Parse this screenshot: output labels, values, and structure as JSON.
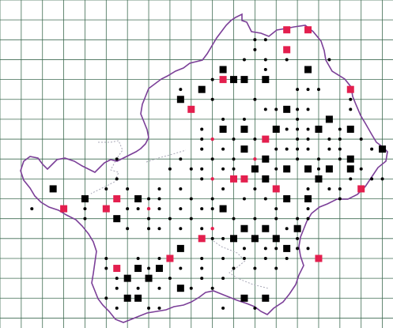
{
  "colors": {
    "grid": "#3f6b52",
    "border": "#7b3f98",
    "inner_border": "#a9a9b8",
    "record_black": "#000000",
    "record_red": "#e31f4e",
    "background": "#ffffff"
  },
  "grid": {
    "cols": 18.5,
    "rows": 16.5
  },
  "legend_text": [],
  "records": {
    "black_squares": [
      [
        10,
        3
      ],
      [
        10.5,
        3.5
      ],
      [
        11,
        3.5
      ],
      [
        12,
        3.5
      ],
      [
        14,
        3
      ],
      [
        9,
        4
      ],
      [
        8,
        4.5
      ],
      [
        13,
        5
      ],
      [
        15,
        5.5
      ],
      [
        10,
        6
      ],
      [
        11,
        6
      ],
      [
        12.5,
        6
      ],
      [
        14.5,
        6
      ],
      [
        16,
        6
      ],
      [
        17.5,
        7
      ],
      [
        11,
        7
      ],
      [
        12,
        7.5
      ],
      [
        16,
        7.5
      ],
      [
        11.5,
        8
      ],
      [
        13,
        8
      ],
      [
        14,
        8
      ],
      [
        15,
        8
      ],
      [
        16,
        8
      ],
      [
        12,
        8.5
      ],
      [
        14.5,
        8.5
      ],
      [
        2,
        9
      ],
      [
        3.5,
        9.5
      ],
      [
        6,
        9.5
      ],
      [
        13,
        9.5
      ],
      [
        14,
        9.5
      ],
      [
        5,
        10.5
      ],
      [
        10,
        10
      ],
      [
        11,
        11
      ],
      [
        12,
        11
      ],
      [
        13.5,
        11
      ],
      [
        10.5,
        11.5
      ],
      [
        11.5,
        11.5
      ],
      [
        12.5,
        11.5
      ],
      [
        8,
        12
      ],
      [
        13,
        12
      ],
      [
        6,
        13
      ],
      [
        7,
        13
      ],
      [
        5.5,
        13.5
      ],
      [
        6.5,
        13.5
      ],
      [
        8,
        14
      ],
      [
        5.5,
        14.5
      ],
      [
        6,
        14.5
      ],
      [
        11,
        14.5
      ],
      [
        12,
        14.5
      ]
    ],
    "red_squares": [
      [
        13,
        1
      ],
      [
        14,
        1
      ],
      [
        13,
        2
      ],
      [
        10,
        3.5
      ],
      [
        16,
        4
      ],
      [
        8.5,
        5
      ],
      [
        12,
        6.5
      ],
      [
        10.5,
        8.5
      ],
      [
        11,
        8.5
      ],
      [
        12.5,
        9
      ],
      [
        16.5,
        9
      ],
      [
        2.5,
        10
      ],
      [
        4.5,
        10
      ],
      [
        5,
        9.5
      ],
      [
        9,
        11.5
      ],
      [
        14.5,
        12.5
      ],
      [
        7.5,
        12.5
      ],
      [
        5,
        13
      ]
    ],
    "red_dots": [
      [
        9.5,
        6.5
      ],
      [
        11.5,
        7.5
      ],
      [
        9.5,
        8.5
      ],
      [
        6.5,
        10
      ],
      [
        9.5,
        11
      ]
    ],
    "black_dots": [
      [
        11.5,
        1.5
      ],
      [
        12,
        1.5
      ],
      [
        11.5,
        2
      ],
      [
        12,
        2.5
      ],
      [
        15,
        2.5
      ],
      [
        11,
        2.5
      ],
      [
        13,
        2.5
      ],
      [
        12,
        3
      ],
      [
        8,
        4
      ],
      [
        9.5,
        3.5
      ],
      [
        9.5,
        4.5
      ],
      [
        13.5,
        4
      ],
      [
        14,
        4
      ],
      [
        14.5,
        4
      ],
      [
        16,
        4.5
      ],
      [
        11.5,
        4.5
      ],
      [
        12,
        5
      ],
      [
        12.5,
        5
      ],
      [
        13.5,
        5
      ],
      [
        14,
        5
      ],
      [
        16,
        5
      ],
      [
        10,
        5.5
      ],
      [
        11,
        5.5
      ],
      [
        13.5,
        5.5
      ],
      [
        9,
        6
      ],
      [
        13,
        6
      ],
      [
        13.5,
        6
      ],
      [
        14,
        6
      ],
      [
        15.5,
        6
      ],
      [
        9,
        6.5
      ],
      [
        10.5,
        6.5
      ],
      [
        11.5,
        6.5
      ],
      [
        13.5,
        6.5
      ],
      [
        14,
        6.5
      ],
      [
        15,
        6.5
      ],
      [
        15.5,
        6.5
      ],
      [
        16.5,
        6.5
      ],
      [
        9,
        7
      ],
      [
        10,
        7
      ],
      [
        12.5,
        7
      ],
      [
        13,
        7
      ],
      [
        13.5,
        7
      ],
      [
        14,
        7
      ],
      [
        15,
        7
      ],
      [
        15.5,
        7
      ],
      [
        17,
        7
      ],
      [
        5,
        7.5
      ],
      [
        8,
        7.5
      ],
      [
        9.5,
        7.5
      ],
      [
        10.5,
        7.5
      ],
      [
        13.5,
        7.5
      ],
      [
        14.5,
        7.5
      ],
      [
        15.5,
        7.5
      ],
      [
        7.5,
        8
      ],
      [
        8.5,
        8
      ],
      [
        9,
        8
      ],
      [
        10,
        8
      ],
      [
        10.5,
        8
      ],
      [
        12.5,
        8
      ],
      [
        14.5,
        8
      ],
      [
        16.5,
        8
      ],
      [
        5,
        8.5
      ],
      [
        9,
        8.5
      ],
      [
        12,
        8.5
      ],
      [
        16,
        8.5
      ],
      [
        17,
        8.5
      ],
      [
        17.5,
        8.5
      ],
      [
        5.5,
        9
      ],
      [
        7,
        9
      ],
      [
        8,
        9
      ],
      [
        10,
        9
      ],
      [
        11.5,
        9
      ],
      [
        14,
        9
      ],
      [
        15,
        9
      ],
      [
        15.5,
        9
      ],
      [
        4.5,
        9
      ],
      [
        6.5,
        9.5
      ],
      [
        7,
        9.5
      ],
      [
        8.5,
        9.5
      ],
      [
        9.5,
        9.5
      ],
      [
        11,
        9.5
      ],
      [
        12,
        9.5
      ],
      [
        15.5,
        9.5
      ],
      [
        1,
        10
      ],
      [
        3.5,
        10
      ],
      [
        5.5,
        10
      ],
      [
        6,
        10
      ],
      [
        7,
        10
      ],
      [
        8,
        10
      ],
      [
        9,
        10
      ],
      [
        9.5,
        10
      ],
      [
        12.5,
        10
      ],
      [
        14,
        10
      ],
      [
        3.5,
        10.5
      ],
      [
        6.5,
        10.5
      ],
      [
        7.5,
        10.5
      ],
      [
        8.5,
        10.5
      ],
      [
        10.5,
        10.5
      ],
      [
        11.5,
        10.5
      ],
      [
        12.5,
        10.5
      ],
      [
        13.5,
        10.5
      ],
      [
        14,
        10.5
      ],
      [
        5.5,
        11
      ],
      [
        6.5,
        11
      ],
      [
        7,
        11
      ],
      [
        8,
        11
      ],
      [
        9,
        11
      ],
      [
        12,
        11
      ],
      [
        13,
        11
      ],
      [
        13.5,
        11.5
      ],
      [
        9.5,
        11.5
      ],
      [
        10,
        11.5
      ],
      [
        11,
        12
      ],
      [
        12,
        12
      ],
      [
        12.5,
        12
      ],
      [
        13.5,
        12
      ],
      [
        14,
        12
      ],
      [
        4.5,
        12.5
      ],
      [
        6,
        12.5
      ],
      [
        7,
        12.5
      ],
      [
        9,
        12.5
      ],
      [
        10,
        12.5
      ],
      [
        11,
        12.5
      ],
      [
        12,
        12.5
      ],
      [
        13,
        12.5
      ],
      [
        4.5,
        13
      ],
      [
        8,
        13
      ],
      [
        9,
        13
      ],
      [
        10.5,
        13
      ],
      [
        11.5,
        13
      ],
      [
        12.5,
        13
      ],
      [
        5,
        13.5
      ],
      [
        6.5,
        13
      ],
      [
        7.5,
        13.5
      ],
      [
        9,
        13.5
      ],
      [
        10,
        13.5
      ],
      [
        5,
        14
      ],
      [
        6,
        14
      ],
      [
        7,
        14
      ],
      [
        8.5,
        14
      ],
      [
        9.5,
        14
      ],
      [
        4.5,
        14.5
      ],
      [
        5,
        15
      ],
      [
        6.5,
        15
      ],
      [
        7,
        15
      ],
      [
        10,
        15
      ],
      [
        11.5,
        15
      ]
    ]
  }
}
